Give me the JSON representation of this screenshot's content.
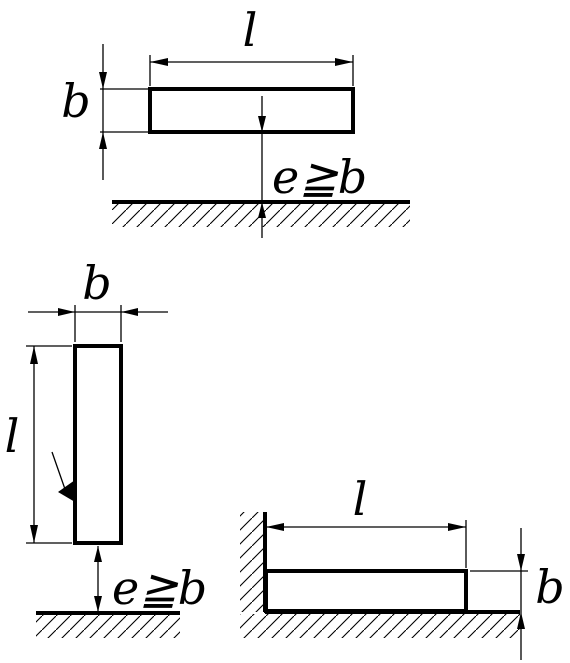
{
  "figure": {
    "top": {
      "length_label": "l",
      "width_label": "b",
      "gap_label": "e≧b"
    },
    "left": {
      "width_label": "b",
      "length_label": "l",
      "gap_label": "e≧b"
    },
    "right": {
      "length_label": "l",
      "width_label": "b"
    }
  }
}
